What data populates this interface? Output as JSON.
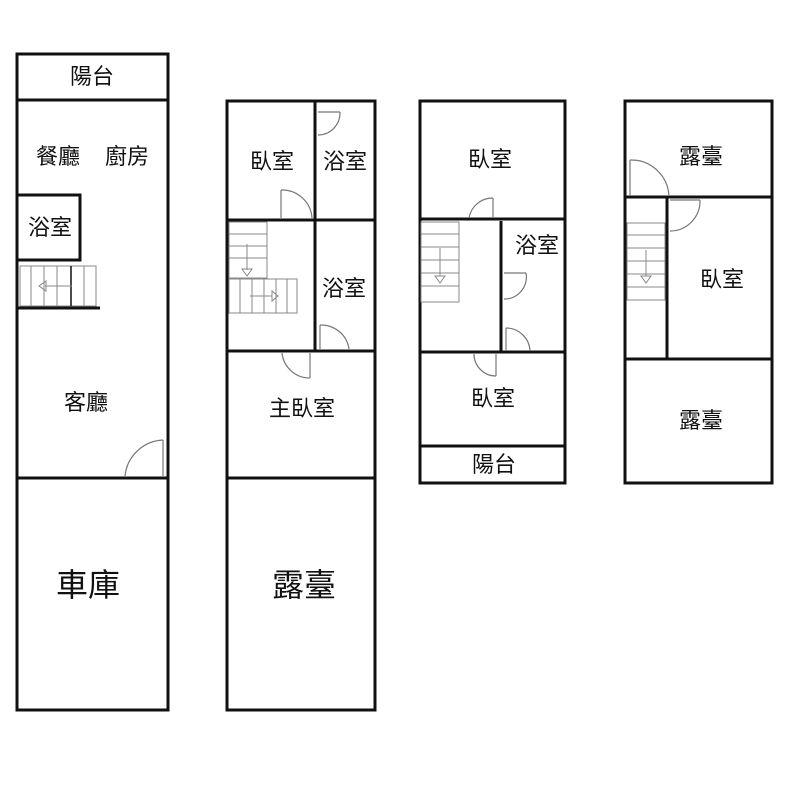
{
  "floor_plan": {
    "floor1": {
      "balcony": "陽台",
      "dining": "餐廳",
      "kitchen": "廚房",
      "bathroom": "浴室",
      "living": "客廳",
      "garage": "車庫"
    },
    "floor2": {
      "bedroom": "臥室",
      "bathroom1": "浴室",
      "bathroom2": "浴室",
      "master_bedroom": "主臥室",
      "terrace": "露臺"
    },
    "floor3": {
      "bedroom1": "臥室",
      "bathroom": "浴室",
      "bedroom2": "臥室",
      "balcony": "陽台"
    },
    "floor4": {
      "terrace1": "露臺",
      "bedroom": "臥室",
      "terrace2": "露臺"
    }
  }
}
